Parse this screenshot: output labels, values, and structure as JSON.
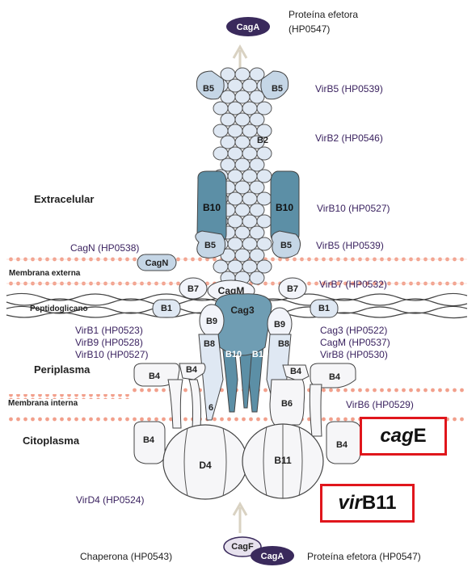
{
  "effector_top": {
    "protein": "CagA",
    "label_line1": "Proteína efetora",
    "label_line2": "(HP0547)"
  },
  "regions": {
    "extracellular": "Extracelular",
    "outer_membrane": "Membrana externa",
    "peptidoglycan": "Peptidoglicano",
    "periplasm": "Periplasma",
    "inner_membrane": "Membrana interna",
    "cytoplasm": "Citoplasma"
  },
  "right_labels": {
    "virb5_top": "VirB5 (HP0539)",
    "virb2": "VirB2 (HP0546)",
    "virb10": "VirB10 (HP0527)",
    "virb5_mid": "VirB5 (HP0539)",
    "virb7": "VirB7 (HP0532)",
    "cag3": "Cag3 (HP0522)",
    "cagm": "CagM (HP0537)",
    "virb8": "VirB8 (HP0530)",
    "virb6": "VirB6 (HP0529)"
  },
  "left_labels": {
    "cagn": "CagN (HP0538)",
    "virb1": "VirB1 (HP0523)",
    "virb9": "VirB9 (HP0528)",
    "virb10": "VirB10 (HP0527)",
    "virD4": "VirD4 (HP0524)"
  },
  "parts": {
    "b5": "B5",
    "b2": "B2",
    "b10": "B10",
    "cagn": "CagN",
    "b7": "B7",
    "cagm": "CagM",
    "cag3": "Cag3",
    "b1": "B1",
    "b9": "B9",
    "b8": "B8",
    "b4": "B4",
    "b6": "B6",
    "six": "6",
    "d4": "D4",
    "b11": "B11"
  },
  "highlights": {
    "cage_italic": "cag",
    "cage_rest": "E",
    "virb11_italic": "vir",
    "virb11_rest": "B11"
  },
  "bottom": {
    "chaperone": "Chaperona (HP0543)",
    "cagf": "CagF",
    "caga": "CagA",
    "effector": "Proteína efetora (HP0547)"
  },
  "colors": {
    "membrane_dots": "#f2a08c",
    "dark_teal": "#5c8fa6",
    "light_blue": "#dfe8f3",
    "label_purple": "#3b2360",
    "highlight_red": "#e0161c"
  }
}
